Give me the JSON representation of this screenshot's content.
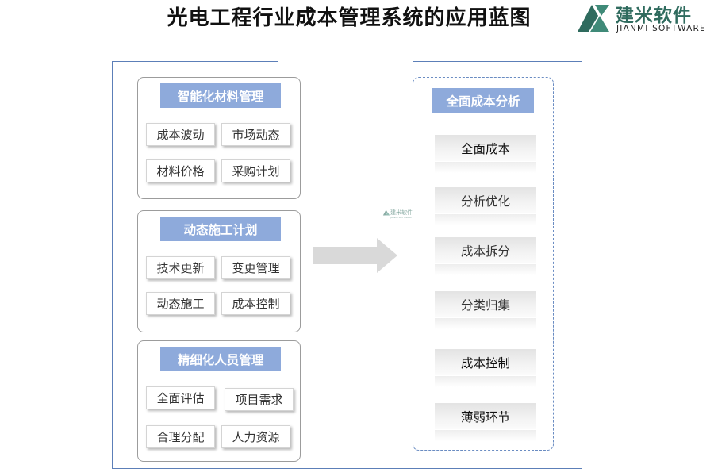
{
  "title": "光电工程行业成本管理系统的应用蓝图",
  "logo": {
    "name": "建米软件",
    "sub": "JIANMI SOFTWARE",
    "brand_color": "#2f6b5e"
  },
  "watermark": {
    "name": "建米软件",
    "sub": "JIANMI SOFTWARE"
  },
  "colors": {
    "header_fill": "#8eaadb",
    "frame_border": "#5c7fb8",
    "arrow": "#d9d9d9"
  },
  "left_groups": [
    {
      "title": "智能化材料管理",
      "items": [
        "成本波动",
        "市场动态",
        "材料价格",
        "采购计划"
      ]
    },
    {
      "title": "动态施工计划",
      "items": [
        "技术更新",
        "变更管理",
        "动态施工",
        "成本控制"
      ]
    },
    {
      "title": "精细化人员管理",
      "items": [
        "全面评估",
        "项目需求",
        "合理分配",
        "人力资源"
      ]
    }
  ],
  "right_panel": {
    "title": "全面成本分析",
    "items": [
      "全面成本",
      "分析优化",
      "成本拆分",
      "分类归集",
      "成本控制",
      "薄弱环节"
    ]
  }
}
